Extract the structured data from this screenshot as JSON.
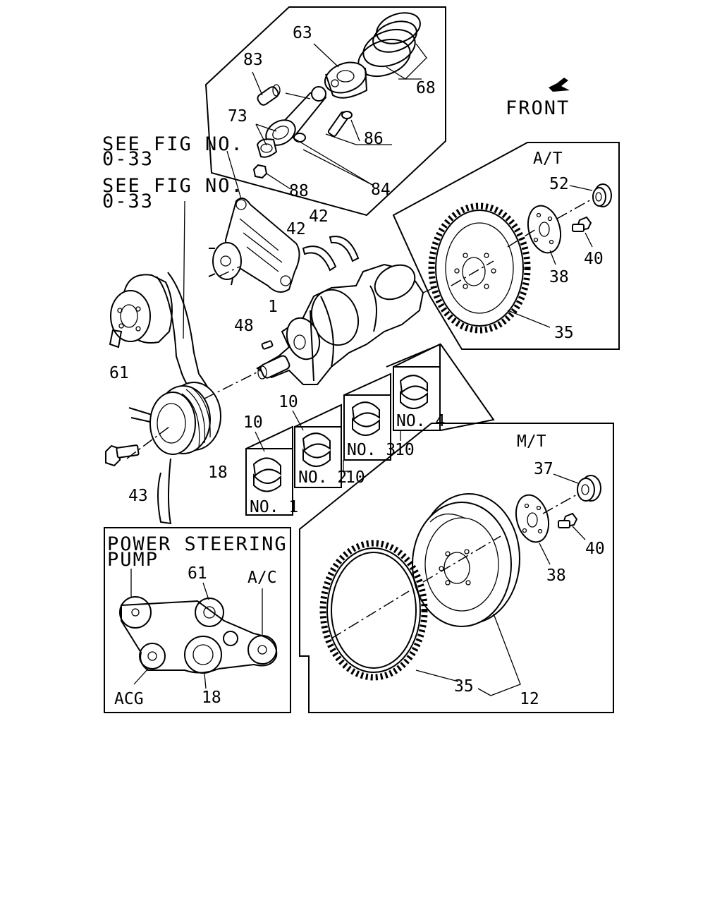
{
  "notes": {
    "front": "FRONT",
    "see_fig_1_line1": "SEE FIG NO.",
    "see_fig_1_line2": "0-33",
    "see_fig_2_line1": "SEE FIG NO.",
    "see_fig_2_line2": "0-33"
  },
  "groups": {
    "at": "A/T",
    "mt": "M/T",
    "belt": {
      "ps_line1": "POWER STEERING",
      "ps_line2": "PUMP",
      "ac": "A/C",
      "acg": "ACG",
      "p61": "61",
      "p18": "18"
    }
  },
  "bearings": {
    "no1": "NO. 1",
    "no2": "NO. 2",
    "no3": "NO. 3",
    "no4": "NO. 4"
  },
  "callouts": {
    "p63": "63",
    "p68": "68",
    "p83": "83",
    "p73": "73",
    "p86": "86",
    "p84": "84",
    "p88": "88",
    "p42a": "42",
    "p42b": "42",
    "p1": "1",
    "p48": "48",
    "p61": "61",
    "p18": "18",
    "p43": "43",
    "p10a": "10",
    "p10b": "10",
    "p10c": "10",
    "p10d": "10",
    "at_52": "52",
    "at_40": "40",
    "at_38": "38",
    "at_35": "35",
    "mt_37": "37",
    "mt_40": "40",
    "mt_38": "38",
    "mt_35": "35",
    "mt_12": "12"
  }
}
